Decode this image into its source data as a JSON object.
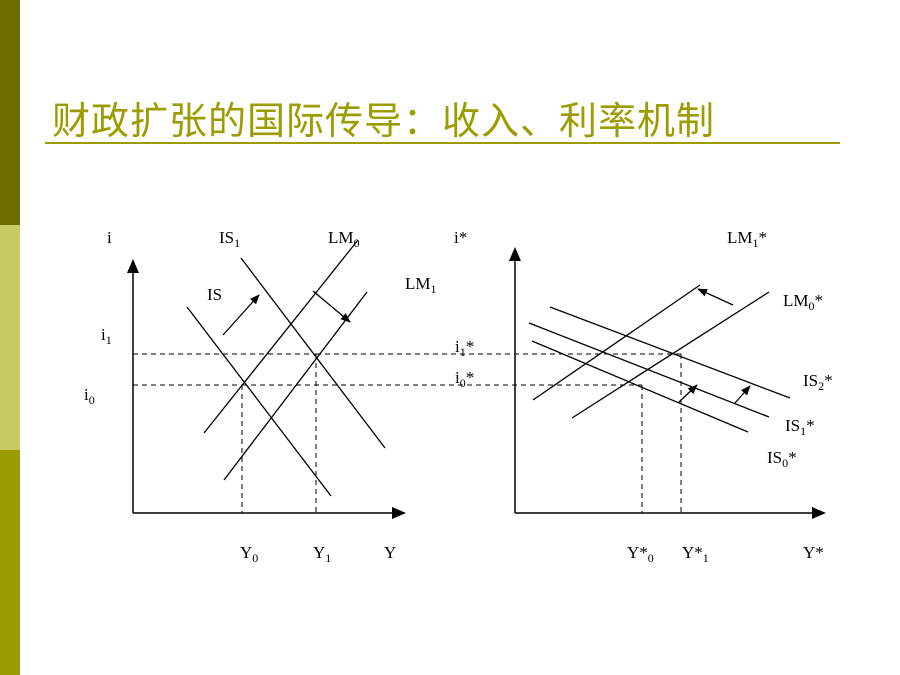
{
  "title": "财政扩张的国际传导：收入、利率机制",
  "left_panel": {
    "y_axis": "i",
    "x_axis": "Y",
    "curves": {
      "is": "IS",
      "is1": "IS",
      "is1_sub": "1",
      "lm0": "LM",
      "lm0_sub": "0",
      "lm1": "LM",
      "lm1_sub": "1"
    },
    "rates": {
      "i1": "i",
      "i1_sub": "1",
      "i0": "i",
      "i0_sub": "0"
    },
    "outputs": {
      "y0": "Y",
      "y0_sub": "0",
      "y1": "Y",
      "y1_sub": "1"
    }
  },
  "right_panel": {
    "y_axis": "i*",
    "x_axis": "Y*",
    "curves": {
      "lm1": "LM",
      "lm1_sub": "1",
      "lm1_star": "*",
      "lm0": "LM",
      "lm0_sub": "0",
      "lm0_star": "*",
      "is2": "IS",
      "is2_sub": "2",
      "is2_star": "*",
      "is1": "IS",
      "is1_sub": "1",
      "is1_star": "*",
      "is0": "IS",
      "is0_sub": "0",
      "is0_star": "*"
    },
    "rates": {
      "i1": "i",
      "i1_sub": "1",
      "i1_star": "*",
      "i0": "i",
      "i0_sub": "0",
      "i0_star": "*"
    },
    "outputs": {
      "y0": "Y*",
      "y0_sub": "0",
      "y1": "Y*",
      "y1_sub": "1"
    }
  }
}
